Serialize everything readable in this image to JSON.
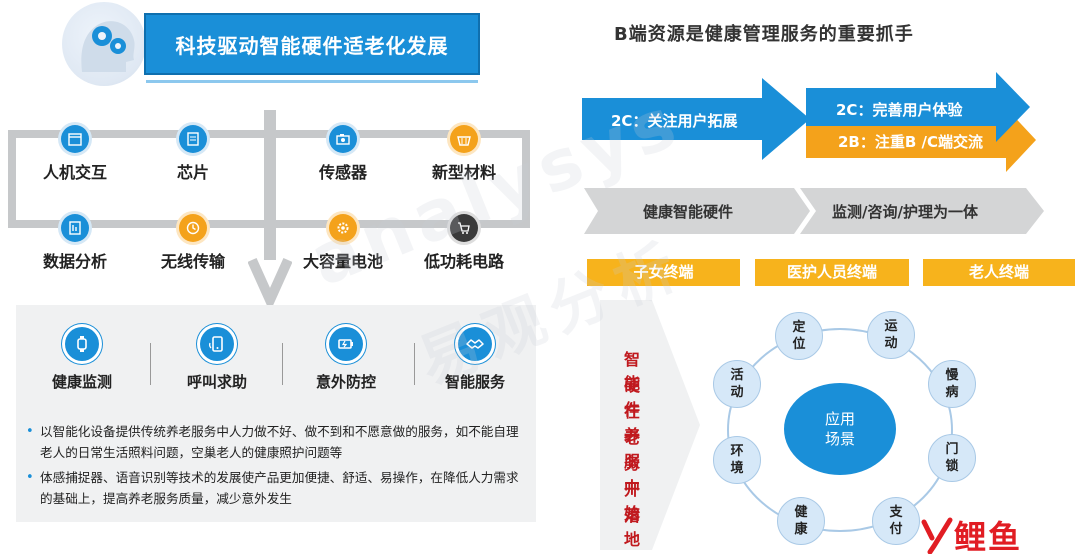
{
  "left": {
    "header_title": "科技驱动智能硬件适老化发展",
    "tech_items": [
      {
        "label": "人机交互",
        "icon": "calendar-icon",
        "color": "#1a8fd8"
      },
      {
        "label": "芯片",
        "icon": "chip-icon",
        "color": "#1a8fd8"
      },
      {
        "label": "传感器",
        "icon": "camera-sensor-icon",
        "color": "#1a8fd8"
      },
      {
        "label": "新型材料",
        "icon": "basket-icon",
        "color": "#f4a21b"
      },
      {
        "label": "数据分析",
        "icon": "report-icon",
        "color": "#1a8fd8"
      },
      {
        "label": "无线传输",
        "icon": "clock-icon",
        "color": "#f4a21b"
      },
      {
        "label": "大容量电池",
        "icon": "gear-icon",
        "color": "#f4a21b"
      },
      {
        "label": "低功耗电路",
        "icon": "cart-icon",
        "color": "#1a8fd8"
      }
    ],
    "services": [
      {
        "label": "健康监测",
        "icon": "smartwatch-icon",
        "color": "#1a8fd8"
      },
      {
        "label": "呼叫求助",
        "icon": "phone-icon",
        "color": "#1a8fd8"
      },
      {
        "label": "意外防控",
        "icon": "battery-icon",
        "color": "#1a8fd8"
      },
      {
        "label": "智能服务",
        "icon": "handshake-icon",
        "color": "#1a8fd8"
      }
    ],
    "bullets": [
      "以智能化设备提供传统养老服务中人力做不好、做不到和不愿意做的服务，如不能自理老人的日常生活照料问题，空巢老人的健康照护问题等",
      "体感捕捉器、语音识别等技术的发展使产品更加便捷、舒适、易操作，在降低人力需求的基础上，提高养老服务质量，减少意外发生"
    ]
  },
  "right": {
    "title": "B端资源是健康管理服务的重要抓手",
    "arrow_2c_focus": "2C：关注用户拓展",
    "arrow_2c_improve": "2C：完善用户体验",
    "arrow_2b": "2B：注重B /C端交流",
    "grey_left": "健康智能硬件",
    "grey_right": "监测/咨询/护理为一体",
    "terminals": [
      "子女终端",
      "医护人员终端",
      "老人终端"
    ],
    "vertical_text": [
      "智能",
      "硬件",
      "在养",
      "老服",
      "务中",
      "开始",
      "落地"
    ],
    "center_lines": [
      "应用",
      "场景"
    ],
    "nodes": [
      "定位",
      "运动",
      "慢病",
      "门锁",
      "支付",
      "健康",
      "环境",
      "活动"
    ],
    "colors": {
      "blue": "#1a8fd8",
      "orange": "#f4a21b",
      "grey": "#d4d5d6",
      "red": "#c0191e"
    }
  },
  "logo": {
    "text": "鲤鱼"
  },
  "watermark": {
    "main": "analysys",
    "sub": "易观分析"
  }
}
